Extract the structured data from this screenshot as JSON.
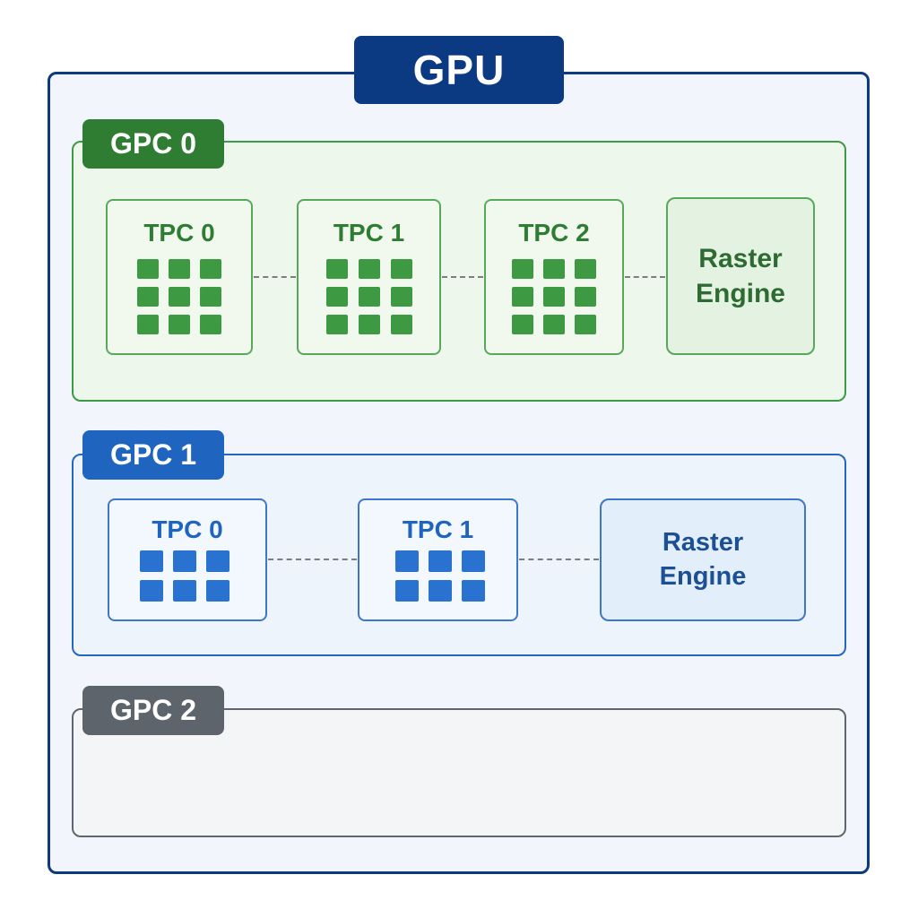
{
  "gpu": {
    "title": "GPU"
  },
  "gpcs": [
    {
      "label": "GPC 0",
      "tpcs": [
        "TPC 0",
        "TPC 1",
        "TPC 2"
      ],
      "raster": {
        "line1": "Raster",
        "line2": "Engine"
      }
    },
    {
      "label": "GPC 1",
      "tpcs": [
        "TPC 0",
        "TPC 1"
      ],
      "raster": {
        "line1": "Raster",
        "line2": "Engine"
      }
    },
    {
      "label": "GPC 2",
      "tpcs": []
    }
  ],
  "colors": {
    "gpu": "#0b3a82",
    "gpc0": "#2e7d32",
    "gpc1": "#1f65bf",
    "gpc2": "#5d646b"
  }
}
